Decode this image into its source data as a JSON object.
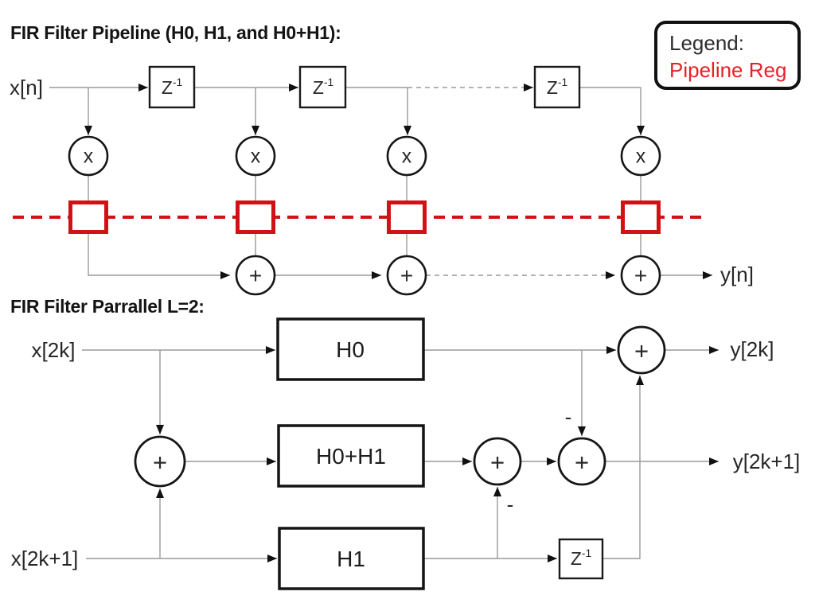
{
  "titles": {
    "pipeline": "FIR Filter Pipeline (H0, H1, and H0+H1):",
    "parallel": "FIR Filter Parrallel L=2:"
  },
  "legend": {
    "title": "Legend:",
    "item": "Pipeline Reg"
  },
  "colors": {
    "pipeline_register_red": "#d01217",
    "legend_item_red": "#e8202a",
    "wire_gray": "#9a9a9a",
    "ink_black": "#1a1a1a"
  },
  "pipeline_diagram": {
    "input_label": "x[n]",
    "output_label": "y[n]",
    "delay_base": "Z",
    "delay_exponent": "-1",
    "multiplier_symbol": "x",
    "adder_symbol": "+"
  },
  "parallel_diagram": {
    "input_even_label": "x[2k]",
    "input_odd_label": "x[2k+1]",
    "output_even_label": "y[2k]",
    "output_odd_label": "y[2k+1]",
    "block_h0": "H0",
    "block_h0h1": "H0+H1",
    "block_h1": "H1",
    "delay_base": "Z",
    "delay_exponent": "-1",
    "adder_symbol": "+",
    "minus_symbol": "-"
  }
}
